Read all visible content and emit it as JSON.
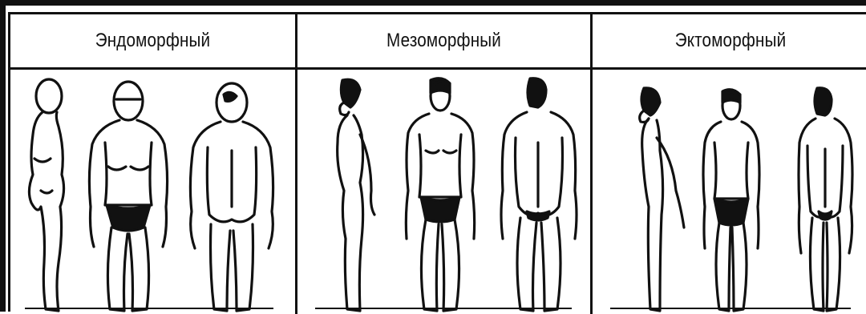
{
  "columns": [
    {
      "title": "Эндоморфный",
      "type": "endomorph"
    },
    {
      "title": "Мезоморфный",
      "type": "mesomorph"
    },
    {
      "title": "Эктоморфный",
      "type": "ectomorph"
    }
  ]
}
